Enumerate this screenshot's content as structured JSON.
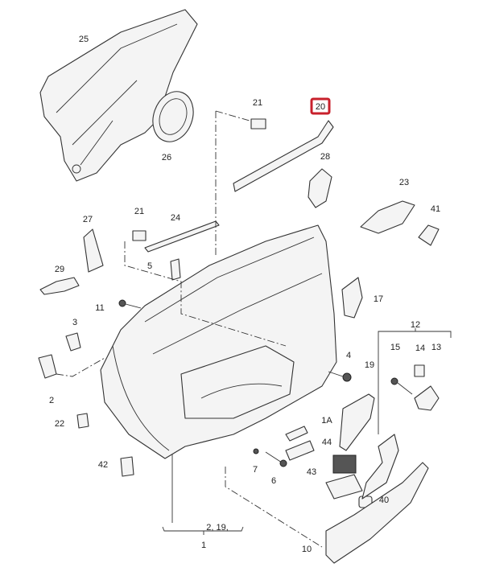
{
  "diagram": {
    "title": "Rear door trim panel exploded parts diagram",
    "highlight_color": "#c8202c",
    "highlighted_part": "20",
    "labels": {
      "p25": "25",
      "p26": "26",
      "p21a": "21",
      "p20": "20",
      "p28": "28",
      "p23": "23",
      "p41": "41",
      "p27": "27",
      "p21b": "21",
      "p24": "24",
      "p29": "29",
      "p5": "5",
      "p11": "11",
      "p17": "17",
      "p3": "3",
      "p12": "12",
      "p15": "15",
      "p14": "14",
      "p13": "13",
      "p4": "4",
      "p19": "19",
      "p2": "2",
      "p1A": "1A",
      "p22": "22",
      "p44": "44",
      "p42": "42",
      "p7": "7",
      "p6": "6",
      "p43": "43",
      "p40": "40",
      "p2_19": "2, 19,",
      "p1": "1",
      "p10": "10"
    }
  }
}
